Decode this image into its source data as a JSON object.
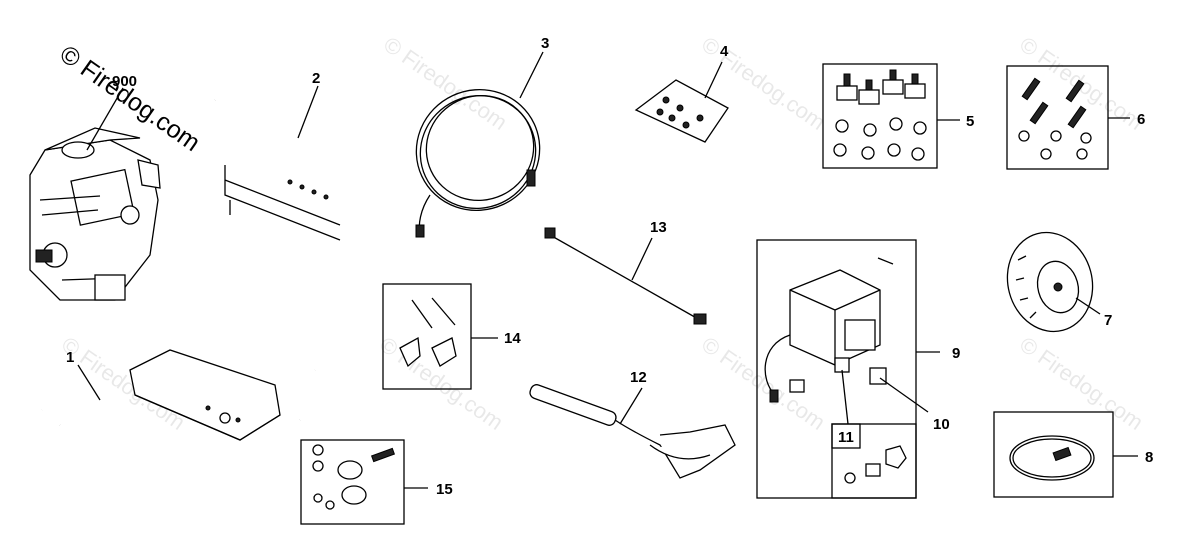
{
  "watermark": {
    "main": "© Firedog.com",
    "faint": "© Firedog.com"
  },
  "callouts": {
    "p1": "1",
    "p2": "2",
    "p3": "3",
    "p4": "4",
    "p5": "5",
    "p6": "6",
    "p7": "7",
    "p8": "8",
    "p9": "9",
    "p10": "10",
    "p11": "11",
    "p12": "12",
    "p13": "13",
    "p14": "14",
    "p15": "15",
    "p900": "900"
  }
}
